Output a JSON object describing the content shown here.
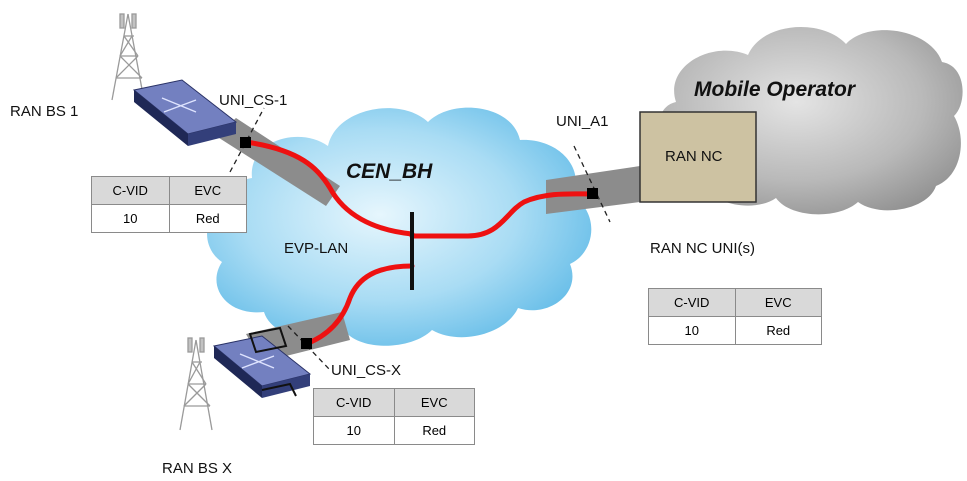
{
  "cloud_mobile": {
    "label": "Mobile Operator"
  },
  "cloud_cen": {
    "label": "CEN_BH",
    "service_label": "EVP-LAN"
  },
  "ran_nc": {
    "label": "RAN NC",
    "uni_label": "RAN NC UNI(s)"
  },
  "sites": [
    {
      "label": "RAN BS 1",
      "uni_label": "UNI_CS-1"
    },
    {
      "label": "RAN BS X",
      "uni_label": "UNI_CS-X"
    }
  ],
  "uni_a1_label": "UNI_A1",
  "tables": [
    {
      "headers": [
        "C-VID",
        "EVC"
      ],
      "rows": [
        [
          "10",
          "Red"
        ]
      ]
    },
    {
      "headers": [
        "C-VID",
        "EVC"
      ],
      "rows": [
        [
          "10",
          "Red"
        ]
      ]
    },
    {
      "headers": [
        "C-VID",
        "EVC"
      ],
      "rows": [
        [
          "10",
          "Red"
        ]
      ]
    }
  ],
  "colors": {
    "evc_red": "#ee1111",
    "pipe_gray": "#8c8c8c",
    "cloud_blue": "#79c8ee",
    "cloud_gray": "#a9a9a9",
    "ran_nc_fill": "#cdc2a2"
  },
  "icons": [
    "cell-tower-icon",
    "switch-device-icon",
    "uni-port-marker-icon"
  ]
}
